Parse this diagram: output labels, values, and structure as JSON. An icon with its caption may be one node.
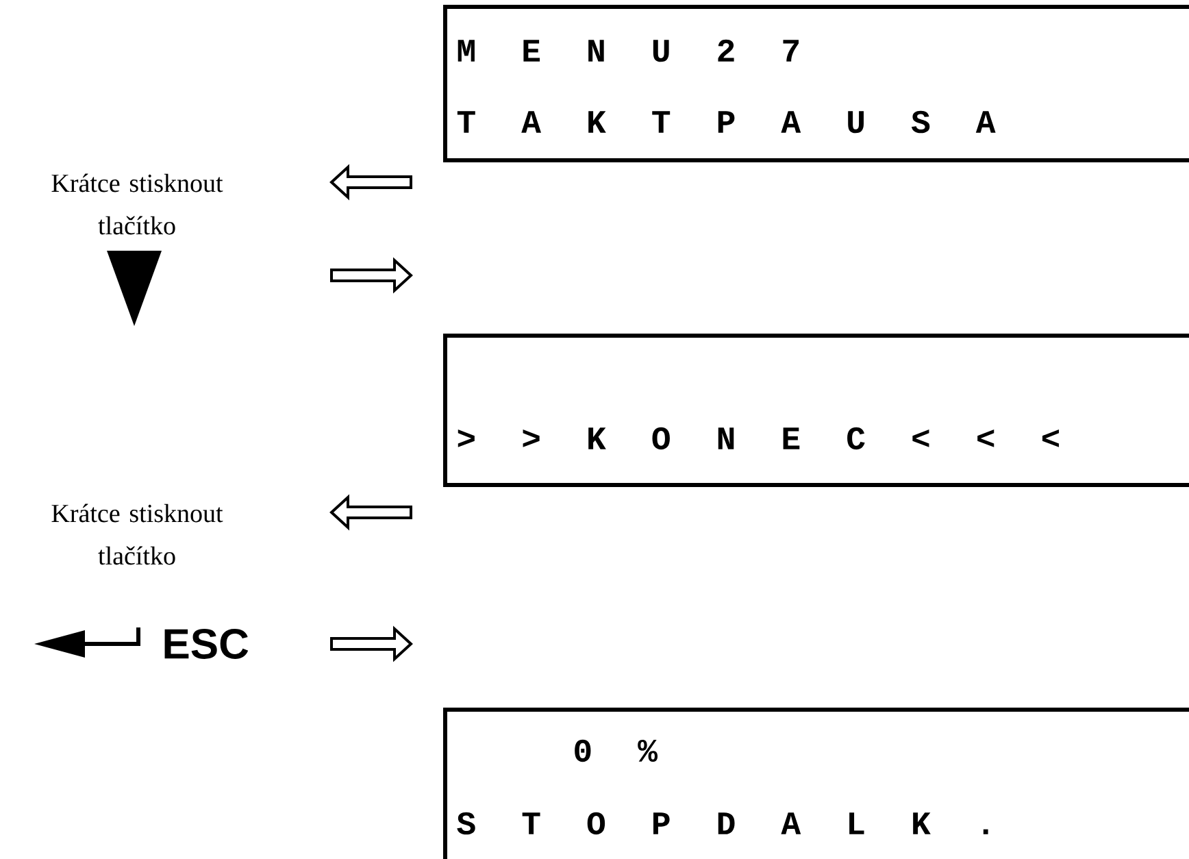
{
  "diagram": {
    "nodes": [
      {
        "text": [
          "M E N U 2 7",
          "T A K T P A U S A"
        ]
      },
      {
        "text": [
          "> > K O N E C < < <"
        ]
      },
      {
        "text": [
          "0 %",
          "S T O P D A L K ."
        ]
      }
    ],
    "labels": [
      "Krátce stisknout tlačítko",
      "Krátce stisknout tlačítko",
      "ESC"
    ]
  }
}
